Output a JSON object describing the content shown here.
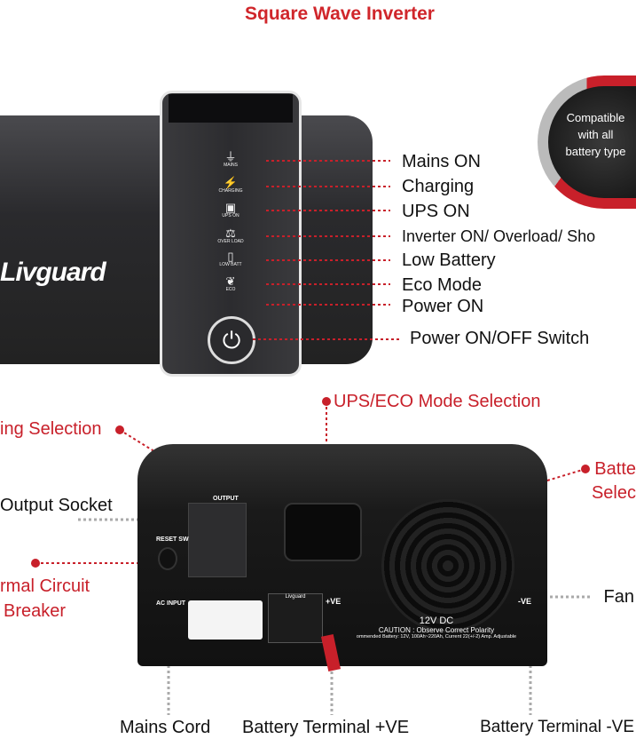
{
  "title": "Square Wave Inverter",
  "brand": "Livguard",
  "badge": {
    "line1": "Compatible",
    "line2": "with all",
    "line3": "battery type"
  },
  "front_panel": {
    "indicators": [
      "MAINS",
      "CHARGING",
      "UPS ON",
      "OVER LOAD",
      "LOW BATT",
      "ECO"
    ],
    "callouts": [
      "Mains ON",
      "Charging",
      "UPS ON",
      "Inverter ON/ Overload/ Sho",
      "Low Battery",
      "Eco Mode",
      "Power ON",
      "Power ON/OFF Switch"
    ]
  },
  "rear_panel": {
    "callouts": {
      "ups_eco": "UPS/ECO Mode Selection",
      "charging": "ing Selection",
      "battery_line1": "Batte",
      "battery_line2": "Selec",
      "output": "Output Socket",
      "thermal_line1": "rmal Circuit",
      "thermal_line2": "Breaker",
      "fan": "Fan",
      "mains": "Mains Cord",
      "pos": "Battery Terminal +VE",
      "neg": "Battery Terminal -VE"
    },
    "labels": {
      "output": "OUTPUT",
      "reset": "RESET SW",
      "ac_input": "AC INPUT",
      "pos": "+VE",
      "neg": "-VE",
      "dc": "12V DC",
      "caution": "CAUTION : Observe Correct Polarity",
      "recommended": "ommended Battery: 12V, 100Ah~220Ah, Current 22(+/-2) Amp. Adjustable"
    }
  },
  "colors": {
    "accent": "#c8202a"
  }
}
